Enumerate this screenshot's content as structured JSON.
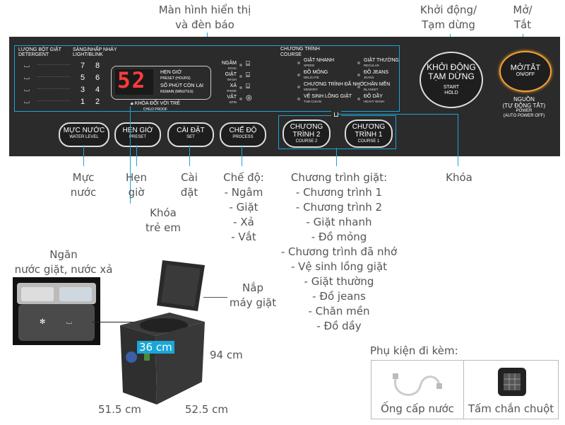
{
  "callouts": {
    "display": [
      "Màn hình hiển thị",
      "và đèn báo"
    ],
    "start": [
      "Khởi động/",
      "Tạm dừng"
    ],
    "power": [
      "Mở/",
      "Tắt"
    ],
    "water": [
      "Mực",
      "nước"
    ],
    "timer": [
      "Hẹn",
      "giờ"
    ],
    "setting": [
      "Cài",
      "đặt"
    ],
    "mode_title": "Chế độ:",
    "modes": [
      "- Ngâm",
      "- Giặt",
      "- Xả",
      "- Vắt"
    ],
    "childlock": [
      "Khóa",
      "trẻ em"
    ],
    "program_title": "Chương trình giặt:",
    "programs": [
      "- Chương trình 1",
      "- Chương trình 2",
      "- Giặt nhanh",
      "- Đồ mỏng",
      "- Chương trình đã nhớ",
      "- Vệ sinh lồng giặt",
      "- Giặt thường",
      "- Đồ jeans",
      "- Chăn mền",
      "- Đồ dầy"
    ],
    "lock": "Khóa",
    "drawer": [
      "Ngăn",
      "nước giặt, nước xả"
    ],
    "lid": [
      "Nắp",
      "máy giặt"
    ]
  },
  "panel": {
    "detergent_label": [
      "LƯỢNG BỘT GIẶT",
      "DETERGENT"
    ],
    "blink_label": [
      "SÁNG/NHẤP NHÁY",
      "LIGHT/BLINK"
    ],
    "levels": [
      [
        "7",
        "8"
      ],
      [
        "5",
        "6"
      ],
      [
        "3",
        "4"
      ],
      [
        "1",
        "2"
      ]
    ],
    "display_digits": "52",
    "preset_label": [
      "HẸN GIỜ",
      "PRESET (HOURS)"
    ],
    "remain_label": [
      "SỐ PHÚT CÒN LẠI",
      "REMAIN (MINUTES)"
    ],
    "process_items": [
      [
        "NGÂM",
        "SOAK"
      ],
      [
        "GIẶT",
        "WASH"
      ],
      [
        "XẢ",
        "RINSE"
      ],
      [
        "VẮT",
        "SPIN"
      ]
    ],
    "childlock_label": [
      "KHÓA ĐỐI VỚI TRẺ",
      "CHILD PROOF"
    ],
    "course_label": [
      "CHƯƠNG TRÌNH",
      "COURSE"
    ],
    "courses_left": [
      [
        "GIẶT NHANH",
        "SPEED"
      ],
      [
        "ĐỒ MỎNG",
        "DELICATE"
      ],
      [
        "CHƯƠNG TRÌNH ĐÃ NHỚ",
        "MEMORY"
      ],
      [
        "VỆ SINH LỒNG GIẶT",
        "TUB CLEAN"
      ]
    ],
    "courses_right": [
      [
        "GIẶT THƯỜNG",
        "REGULAR"
      ],
      [
        "ĐỒ JEANS",
        "JEANS"
      ],
      [
        "CHĂN MỀN",
        "BLANKET"
      ],
      [
        "ĐỒ DẦY",
        "HEAVY WASH"
      ]
    ],
    "buttons": [
      {
        "main": "MỰC NƯỚC",
        "sub": "WATER LEVEL"
      },
      {
        "main": "HẸN GIỜ",
        "sub": "PRESET"
      },
      {
        "main": "CÀI ĐẶT",
        "sub": "SET"
      },
      {
        "main": "CHẾ ĐỘ",
        "sub": "PROCESS"
      }
    ],
    "course_buttons": [
      {
        "main": [
          "CHƯƠNG",
          "TRÌNH 2"
        ],
        "sub": "COURSE 2"
      },
      {
        "main": [
          "CHƯƠNG",
          "TRÌNH 1"
        ],
        "sub": "COURSE 1"
      }
    ],
    "start_button": {
      "main": [
        "KHỞI ĐỘNG",
        "TẠM DỪNG"
      ],
      "sub": [
        "START",
        "HOLD"
      ]
    },
    "power_button": {
      "main": "MỞ/TẮT",
      "sub": "ON/OFF"
    },
    "power_note": [
      "NGUỒN",
      "(TỰ ĐỘNG TẮT)",
      "POWER",
      "(AUTO POWER OFF)"
    ]
  },
  "dimensions": {
    "width": "36 cm",
    "height": "94 cm",
    "depth_left": "51.5 cm",
    "depth_right": "52.5 cm"
  },
  "accessories": {
    "title": "Phụ kiện đi kèm:",
    "items": [
      "Ống cấp nước",
      "Tấm chắn chuột"
    ]
  },
  "colors": {
    "accent": "#1aa6d6",
    "power_ring": "#f0a030",
    "display_red": "#ff3b3b"
  }
}
